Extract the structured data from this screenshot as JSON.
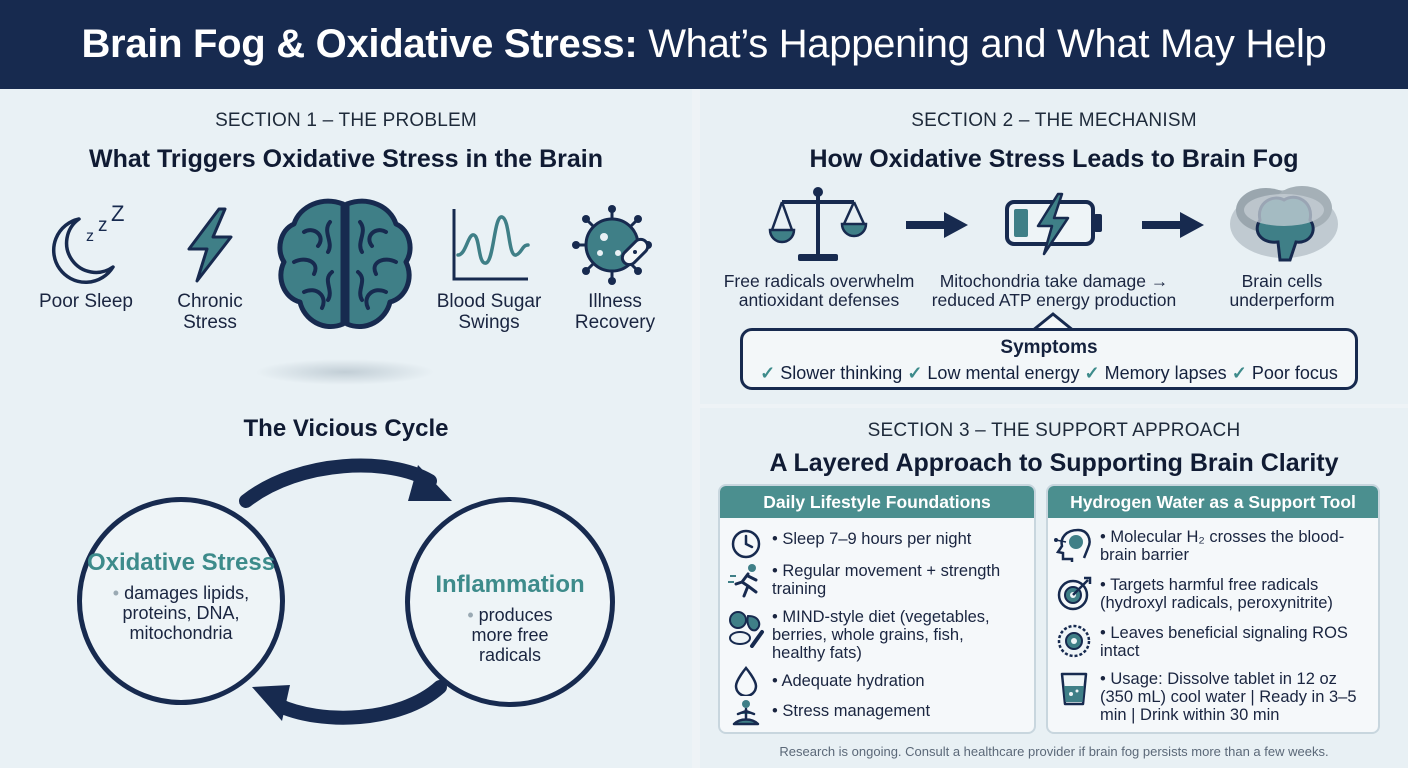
{
  "header": {
    "title_bold": "Brain Fog & Oxidative Stress:",
    "title_rest": "What’s Happening and What May Help"
  },
  "section1": {
    "label": "SECTION 1 – THE PROBLEM",
    "title": "What Triggers Oxidative Stress in the Brain",
    "triggers": [
      {
        "icon": "moon-zzz-icon",
        "label": "Poor Sleep"
      },
      {
        "icon": "lightning-icon",
        "label": "Chronic Stress"
      },
      {
        "icon": "line-graph-icon",
        "label": "Blood Sugar Swings"
      },
      {
        "icon": "virus-bandage-icon",
        "label": "Illness Recovery"
      }
    ],
    "center_icon": "brain-icon",
    "cycle": {
      "title": "The Vicious Cycle",
      "left_title": "Oxidative Stress",
      "left_desc": "damages lipids, proteins, DNA, mitochondria",
      "right_title": "Inflammation",
      "right_desc": "produces more free radicals"
    }
  },
  "section2": {
    "label": "SECTION 2 – THE MECHANISM",
    "title": "How Oxidative Stress Leads to Brain Fog",
    "steps": [
      {
        "icon": "balance-scale-icon",
        "text": "Free radicals overwhelm antioxidant defenses"
      },
      {
        "icon": "low-battery-icon",
        "text": "Mitochondria take damage → reduced ATP energy production"
      },
      {
        "icon": "foggy-brain-icon",
        "text": "Brain cells underperform"
      }
    ],
    "symptoms": {
      "title": "Symptoms",
      "items": [
        "Slower thinking",
        "Low mental energy",
        "Memory lapses",
        "Poor focus"
      ]
    }
  },
  "section3": {
    "label": "SECTION 3 – THE SUPPORT APPROACH",
    "title": "A Layered Approach to Supporting Brain Clarity",
    "lifestyle": {
      "title": "Daily Lifestyle Foundations",
      "items": [
        {
          "icon": "clock-icon",
          "text": "Sleep 7–9 hours per night"
        },
        {
          "icon": "running-icon",
          "text": "Regular movement + strength training"
        },
        {
          "icon": "food-icon",
          "text": "MIND-style diet (vegetables, berries, whole grains, fish, healthy fats)"
        },
        {
          "icon": "water-drop-icon",
          "text": "Adequate hydration"
        },
        {
          "icon": "meditation-icon",
          "text": "Stress management"
        }
      ]
    },
    "hydrogen": {
      "title": "Hydrogen Water as a Support Tool",
      "items": [
        {
          "icon": "head-molecule-icon",
          "text": "Molecular H₂ crosses the blood-brain barrier"
        },
        {
          "icon": "target-icon",
          "text": "Targets harmful free radicals (hydroxyl radicals, peroxynitrite)"
        },
        {
          "icon": "cell-icon",
          "text": "Leaves beneficial signaling ROS intact"
        },
        {
          "icon": "glass-icon",
          "text": "Usage: Dissolve tablet in 12 oz (350 mL) cool water | Ready in 3–5 min | Drink within 30 min"
        }
      ]
    },
    "footer": "Research is ongoing. Consult a healthcare provider if brain fog persists more than a few weeks."
  },
  "colors": {
    "navy": "#172a4f",
    "teal": "#4b8f8f",
    "teal_text": "#3d8b8b",
    "background": "#e9f1f5"
  }
}
